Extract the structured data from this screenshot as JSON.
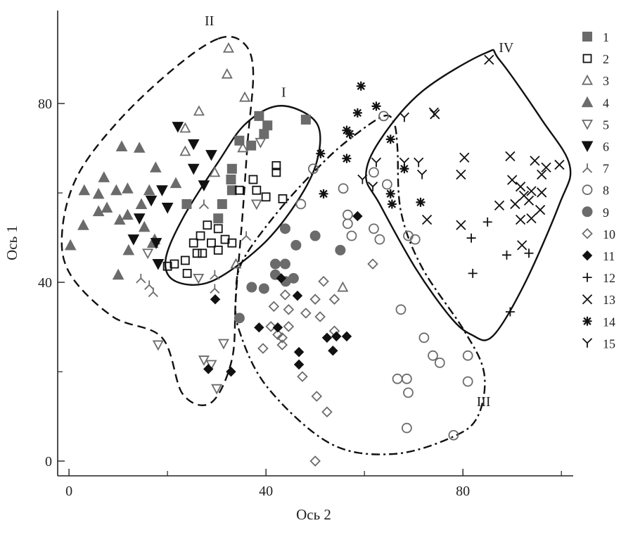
{
  "chart_data": {
    "type": "scatter",
    "title": "",
    "xlabel": "Ось 2",
    "ylabel": "Ось 1",
    "xlim": [
      -2.3,
      102.4
    ],
    "ylim": [
      -3.3,
      100.8
    ],
    "xticks": [
      0,
      40,
      80
    ],
    "yticks": [
      0,
      40,
      80
    ],
    "xticks_minor": [
      20,
      60,
      100
    ],
    "yticks_minor": [
      20,
      60
    ],
    "grid": false,
    "legend_position": "right",
    "colors": {
      "gray": "#6b6b6b",
      "black": "#111111"
    },
    "series": [
      {
        "name": "1",
        "marker": "square-filled",
        "color": "gray",
        "points": [
          [
            38.6,
            77.2
          ],
          [
            40.3,
            75.1
          ],
          [
            39.6,
            73.2
          ],
          [
            37,
            70.6
          ],
          [
            34.6,
            71.7
          ],
          [
            33.1,
            65.4
          ],
          [
            32.9,
            63
          ],
          [
            33.1,
            60.6
          ],
          [
            31.1,
            57.5
          ],
          [
            23.9,
            57.5
          ],
          [
            48.1,
            76.4
          ],
          [
            30.3,
            54.3
          ]
        ]
      },
      {
        "name": "2",
        "marker": "square-open",
        "color": "black",
        "points": [
          [
            42.1,
            66.1
          ],
          [
            42.1,
            64.6
          ],
          [
            37.4,
            63
          ],
          [
            38.1,
            60.6
          ],
          [
            40,
            59.1
          ],
          [
            43.4,
            58.7
          ],
          [
            34.6,
            60.6
          ],
          [
            26.7,
            50.4
          ],
          [
            28.1,
            52.8
          ],
          [
            30.3,
            52
          ],
          [
            31.7,
            49.6
          ],
          [
            28.9,
            48.8
          ],
          [
            26,
            46.5
          ],
          [
            23.6,
            44.9
          ],
          [
            21.4,
            44.1
          ],
          [
            20,
            43.6
          ],
          [
            24,
            42
          ],
          [
            33.1,
            48.8
          ],
          [
            27.1,
            46.5
          ],
          [
            30.3,
            47.2
          ],
          [
            25.3,
            48.8
          ]
        ]
      },
      {
        "name": "3",
        "marker": "triangle-open",
        "color": "gray",
        "points": [
          [
            32.4,
            92.4
          ],
          [
            32.1,
            86.6
          ],
          [
            35.7,
            81.4
          ],
          [
            26.4,
            78.3
          ],
          [
            23.6,
            74.5
          ],
          [
            23.6,
            69.3
          ],
          [
            29.6,
            64.6
          ],
          [
            35.3,
            70.1
          ],
          [
            33.9,
            44.1
          ],
          [
            55.6,
            38.9
          ]
        ]
      },
      {
        "name": "4",
        "marker": "triangle-filled",
        "color": "gray",
        "points": [
          [
            0.3,
            48.3
          ],
          [
            2.9,
            52.8
          ],
          [
            3.1,
            60.6
          ],
          [
            7.1,
            63.5
          ],
          [
            10.7,
            70.4
          ],
          [
            14.3,
            70.1
          ],
          [
            17.6,
            65.7
          ],
          [
            6,
            59.8
          ],
          [
            9.6,
            60.6
          ],
          [
            11.9,
            61
          ],
          [
            14.7,
            57.5
          ],
          [
            16.3,
            60.6
          ],
          [
            6,
            55.9
          ],
          [
            7.7,
            56.7
          ],
          [
            10.3,
            54
          ],
          [
            11.9,
            55.1
          ],
          [
            15.3,
            52.4
          ],
          [
            17,
            48.8
          ],
          [
            12.1,
            47.2
          ],
          [
            10,
            41.7
          ],
          [
            21.7,
            62.2
          ],
          [
            17.4,
            49.6
          ]
        ]
      },
      {
        "name": "5",
        "marker": "triangle-down-open",
        "color": "gray",
        "points": [
          [
            18.1,
            26
          ],
          [
            27.4,
            22.6
          ],
          [
            28.9,
            21.6
          ],
          [
            30,
            16.2
          ],
          [
            31.4,
            26.3
          ],
          [
            38.9,
            71.3
          ],
          [
            38.1,
            57.5
          ],
          [
            26.3,
            40.9
          ],
          [
            16,
            46.5
          ]
        ]
      },
      {
        "name": "6",
        "marker": "triangle-down-filled",
        "color": "black",
        "points": [
          [
            22.1,
            74.8
          ],
          [
            25.3,
            70.9
          ],
          [
            28.9,
            68.5
          ],
          [
            25.3,
            65.4
          ],
          [
            27.4,
            61.7
          ],
          [
            18.9,
            60.6
          ],
          [
            16.7,
            58.3
          ],
          [
            20,
            56.7
          ],
          [
            14.3,
            54.3
          ],
          [
            17.7,
            48.8
          ],
          [
            18.1,
            44.1
          ],
          [
            13.1,
            49.6
          ]
        ]
      },
      {
        "name": "7",
        "marker": "tri-down",
        "color": "gray",
        "points": [
          [
            14.6,
            40.9
          ],
          [
            16.3,
            39.4
          ],
          [
            17.1,
            37.8
          ],
          [
            29.6,
            38.6
          ],
          [
            29.6,
            41.7
          ],
          [
            36,
            50.4
          ],
          [
            27.4,
            57.5
          ]
        ]
      },
      {
        "name": "8",
        "marker": "circle-open",
        "color": "gray",
        "points": [
          [
            63.9,
            77.2
          ],
          [
            49.6,
            65.4
          ],
          [
            47.1,
            57.5
          ],
          [
            55.7,
            61
          ],
          [
            56.6,
            53.1
          ],
          [
            57.4,
            50.4
          ],
          [
            61.9,
            52
          ],
          [
            63.1,
            49.6
          ],
          [
            61.9,
            64.6
          ],
          [
            64.6,
            61.9
          ],
          [
            68.9,
            50.4
          ],
          [
            70.3,
            49.6
          ],
          [
            67.4,
            33.9
          ],
          [
            72.1,
            27.6
          ],
          [
            73.9,
            23.6
          ],
          [
            75.3,
            22
          ],
          [
            81,
            23.6
          ],
          [
            81,
            17.8
          ],
          [
            66.7,
            18.4
          ],
          [
            68.6,
            18.4
          ],
          [
            68.9,
            15.3
          ],
          [
            68.6,
            7.4
          ],
          [
            78.1,
            5.8
          ],
          [
            56.6,
            55.1
          ]
        ]
      },
      {
        "name": "9",
        "marker": "circle-filled",
        "color": "gray",
        "points": [
          [
            43.9,
            52
          ],
          [
            50,
            50.4
          ],
          [
            46.1,
            48.3
          ],
          [
            55.1,
            47.2
          ],
          [
            43.9,
            44.1
          ],
          [
            41.9,
            41.7
          ],
          [
            44,
            40.2
          ],
          [
            37.1,
            38.9
          ],
          [
            39.6,
            38.6
          ],
          [
            34.6,
            32
          ],
          [
            45.6,
            40.9
          ],
          [
            41.9,
            44.1
          ]
        ]
      },
      {
        "name": "10",
        "marker": "diamond-open",
        "color": "gray",
        "points": [
          [
            41.6,
            34.6
          ],
          [
            44.6,
            33.9
          ],
          [
            48.1,
            33.1
          ],
          [
            51,
            32.3
          ],
          [
            53.9,
            29.1
          ],
          [
            41,
            30.1
          ],
          [
            44.6,
            30.1
          ],
          [
            42.4,
            28.3
          ],
          [
            43.3,
            27.6
          ],
          [
            39.4,
            25.2
          ],
          [
            43.3,
            26
          ],
          [
            47.4,
            18.9
          ],
          [
            50.3,
            14.5
          ],
          [
            52.4,
            11
          ],
          [
            50,
            0
          ],
          [
            61.7,
            44.1
          ],
          [
            43.9,
            37.2
          ],
          [
            50,
            36.2
          ],
          [
            53.9,
            36.2
          ],
          [
            51.7,
            40.2
          ]
        ]
      },
      {
        "name": "11",
        "marker": "diamond-filled",
        "color": "black",
        "points": [
          [
            58.6,
            54.8
          ],
          [
            46.4,
            37
          ],
          [
            38.6,
            29.9
          ],
          [
            42.4,
            29.9
          ],
          [
            46.7,
            24.4
          ],
          [
            46.7,
            21.6
          ],
          [
            52.4,
            27.6
          ],
          [
            54.3,
            27.9
          ],
          [
            56.4,
            27.9
          ],
          [
            53.6,
            24.7
          ],
          [
            32.9,
            20
          ],
          [
            28.3,
            20.6
          ],
          [
            29.7,
            36.2
          ],
          [
            43.1,
            40.9
          ]
        ]
      },
      {
        "name": "12",
        "marker": "plus",
        "color": "black",
        "points": [
          [
            85,
            53.5
          ],
          [
            88.9,
            46.1
          ],
          [
            81.7,
            49.9
          ],
          [
            82,
            42
          ],
          [
            93.4,
            46.5
          ],
          [
            89.6,
            33.4
          ]
        ]
      },
      {
        "name": "13",
        "marker": "cross",
        "color": "black",
        "points": [
          [
            85.3,
            89.8
          ],
          [
            74.3,
            77.6
          ],
          [
            80.3,
            67.9
          ],
          [
            79.6,
            64.1
          ],
          [
            89.6,
            68.2
          ],
          [
            94.6,
            67.2
          ],
          [
            96.9,
            65.7
          ],
          [
            99.6,
            66.3
          ],
          [
            96,
            64.1
          ],
          [
            90,
            62.9
          ],
          [
            91.7,
            61.4
          ],
          [
            92.4,
            59.4
          ],
          [
            93.4,
            58.3
          ],
          [
            90.6,
            57.5
          ],
          [
            95.7,
            56.2
          ],
          [
            87.4,
            57.2
          ],
          [
            91.7,
            54
          ],
          [
            93.9,
            54.3
          ],
          [
            79.6,
            52.8
          ],
          [
            72.7,
            54
          ],
          [
            92,
            48.3
          ],
          [
            96,
            60.1
          ],
          [
            93.9,
            60.4
          ]
        ]
      },
      {
        "name": "14",
        "marker": "asterisk",
        "color": "black",
        "points": [
          [
            59.3,
            83.9
          ],
          [
            62.4,
            79.4
          ],
          [
            58.6,
            77.9
          ],
          [
            56.4,
            74
          ],
          [
            57,
            73.2
          ],
          [
            51.1,
            68.8
          ],
          [
            56.4,
            67.7
          ],
          [
            65.3,
            72
          ],
          [
            68.1,
            65.4
          ],
          [
            65.3,
            59.8
          ],
          [
            65.6,
            57.5
          ],
          [
            71.4,
            57.9
          ],
          [
            51.7,
            59.8
          ]
        ]
      },
      {
        "name": "15",
        "marker": "tri-up",
        "color": "black",
        "points": [
          [
            68.1,
            76.9
          ],
          [
            74.1,
            78
          ],
          [
            62.4,
            66.8
          ],
          [
            68.1,
            66.8
          ],
          [
            71,
            66.8
          ],
          [
            71.7,
            64.1
          ],
          [
            61.7,
            61.4
          ],
          [
            59.6,
            63
          ]
        ]
      }
    ],
    "regions": [
      {
        "label": "I",
        "style": "solid",
        "label_at": [
          43.6,
          81.5
        ],
        "points": [
          [
            43.1,
            79.5
          ],
          [
            50.3,
            75.6
          ],
          [
            50.3,
            66.9
          ],
          [
            46,
            57.5
          ],
          [
            38.9,
            48
          ],
          [
            28.9,
            40.2
          ],
          [
            21.7,
            40.2
          ],
          [
            19.6,
            44.9
          ],
          [
            23.1,
            54.3
          ],
          [
            30.3,
            66.9
          ],
          [
            36,
            75.6
          ]
        ]
      },
      {
        "label": "II",
        "style": "dashed",
        "label_at": [
          28.5,
          97.5
        ],
        "points": [
          [
            30.3,
            94.5
          ],
          [
            35.3,
            93.7
          ],
          [
            37.4,
            87.4
          ],
          [
            36.3,
            71.7
          ],
          [
            35.3,
            55.9
          ],
          [
            33.9,
            37
          ],
          [
            33.1,
            22.8
          ],
          [
            28.9,
            13.1
          ],
          [
            23.1,
            15
          ],
          [
            18.9,
            27.6
          ],
          [
            8.9,
            32.3
          ],
          [
            0.3,
            41.7
          ],
          [
            -1.4,
            51.2
          ],
          [
            1.7,
            63.8
          ],
          [
            10.3,
            76.4
          ],
          [
            21.7,
            88.2
          ]
        ]
      },
      {
        "label": "III",
        "style": "dashdot",
        "label_at": [
          84.2,
          12.3
        ],
        "points": [
          [
            63.9,
            77.2
          ],
          [
            66,
            75.6
          ],
          [
            66.7,
            70.1
          ],
          [
            67.4,
            55.9
          ],
          [
            71.7,
            43.3
          ],
          [
            80.3,
            29.1
          ],
          [
            84.3,
            19.7
          ],
          [
            83.1,
            10.2
          ],
          [
            78.1,
            5.5
          ],
          [
            66,
            1.6
          ],
          [
            53.1,
            3.9
          ],
          [
            40.3,
            16.5
          ],
          [
            34.6,
            29.1
          ],
          [
            33.9,
            37
          ],
          [
            35.3,
            44.9
          ],
          [
            43.1,
            56.7
          ],
          [
            51.7,
            66.9
          ],
          [
            57.4,
            72.4
          ]
        ]
      },
      {
        "label": "IV",
        "style": "solid",
        "label_at": [
          88.8,
          91.5
        ],
        "points": [
          [
            84.6,
            91.3
          ],
          [
            87.4,
            89.8
          ],
          [
            96,
            76.4
          ],
          [
            101.7,
            66.1
          ],
          [
            99.6,
            57.5
          ],
          [
            92.4,
            39.4
          ],
          [
            86,
            27.9
          ],
          [
            81.7,
            28.3
          ],
          [
            77.4,
            32.3
          ],
          [
            70.3,
            43.3
          ],
          [
            63.1,
            57.5
          ],
          [
            60.3,
            63.8
          ],
          [
            63.1,
            71.7
          ],
          [
            71.7,
            82.7
          ]
        ]
      }
    ]
  }
}
